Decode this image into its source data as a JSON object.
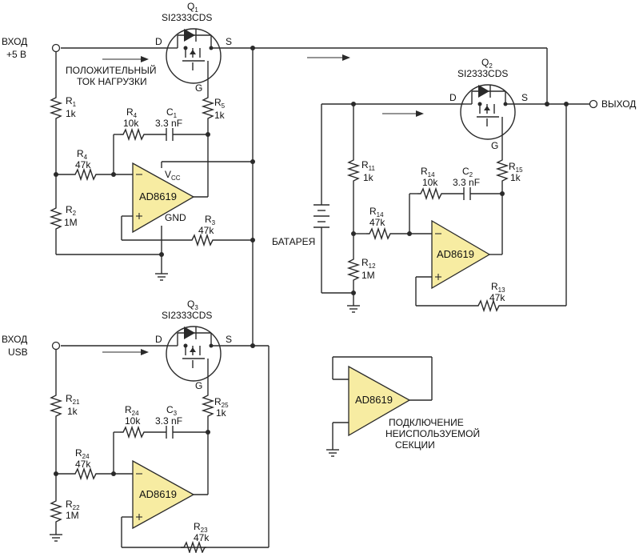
{
  "ports": {
    "in5v_line1": "ВХОД",
    "in5v_line2": "+5 В",
    "inusb_line1": "ВХОД",
    "inusb_line2": "USB",
    "out": "ВЫХОД"
  },
  "mosfets": {
    "q1": {
      "ref": "Q",
      "idx": "1",
      "part": "SI2333CDS",
      "d": "D",
      "s": "S",
      "g": "G"
    },
    "q2": {
      "ref": "Q",
      "idx": "2",
      "part": "SI2333CDS",
      "d": "D",
      "s": "S",
      "g": "G"
    },
    "q3": {
      "ref": "Q",
      "idx": "3",
      "part": "SI2333CDS",
      "d": "D",
      "s": "S",
      "g": "G"
    }
  },
  "resistors": {
    "r1": {
      "ref": "R",
      "idx": "1",
      "val": "1k"
    },
    "r2": {
      "ref": "R",
      "idx": "2",
      "val": "1M"
    },
    "r3": {
      "ref": "R",
      "idx": "3",
      "val": "47k"
    },
    "r4a": {
      "ref": "R",
      "idx": "4",
      "val": "10k"
    },
    "r4b": {
      "ref": "R",
      "idx": "4",
      "val": "47k"
    },
    "r5": {
      "ref": "R",
      "idx": "5",
      "val": "1k"
    },
    "r11": {
      "ref": "R",
      "idx": "11",
      "val": "1k"
    },
    "r12": {
      "ref": "R",
      "idx": "12",
      "val": "1M"
    },
    "r13": {
      "ref": "R",
      "idx": "13",
      "val": "47k"
    },
    "r14a": {
      "ref": "R",
      "idx": "14",
      "val": "10k"
    },
    "r14b": {
      "ref": "R",
      "idx": "14",
      "val": "47k"
    },
    "r15": {
      "ref": "R",
      "idx": "15",
      "val": "1k"
    },
    "r21": {
      "ref": "R",
      "idx": "21",
      "val": "1k"
    },
    "r22": {
      "ref": "R",
      "idx": "22",
      "val": "1M"
    },
    "r23": {
      "ref": "R",
      "idx": "23",
      "val": "47k"
    },
    "r24a": {
      "ref": "R",
      "idx": "24",
      "val": "10k"
    },
    "r24b": {
      "ref": "R",
      "idx": "24",
      "val": "47k"
    },
    "r25": {
      "ref": "R",
      "idx": "25",
      "val": "1k"
    }
  },
  "capacitors": {
    "c1": {
      "ref": "C",
      "idx": "1",
      "val": "3.3 nF"
    },
    "c2": {
      "ref": "C",
      "idx": "2",
      "val": "3.3 nF"
    },
    "c3": {
      "ref": "C",
      "idx": "3",
      "val": "3.3 nF"
    }
  },
  "opamps": {
    "u1": "AD8619",
    "u2": "AD8619",
    "u3": "AD8619",
    "u4": "AD8619"
  },
  "pins": {
    "vcc": "V",
    "vcc_sub": "CC",
    "gnd": "GND"
  },
  "labels": {
    "load_current_line1": "ПОЛОЖИТЕЛЬНЫЙ",
    "load_current_line2": "ТОК НАГРУЗКИ",
    "battery": "БАТАРЕЯ",
    "unused_line1": "ПОДКЛЮЧЕНИЕ",
    "unused_line2": "НЕИСПОЛЬЗУЕМОЙ",
    "unused_line3": "СЕКЦИИ"
  },
  "colors": {
    "opamp_fill": "#f7eca2",
    "wire": "#2a2a2a"
  }
}
